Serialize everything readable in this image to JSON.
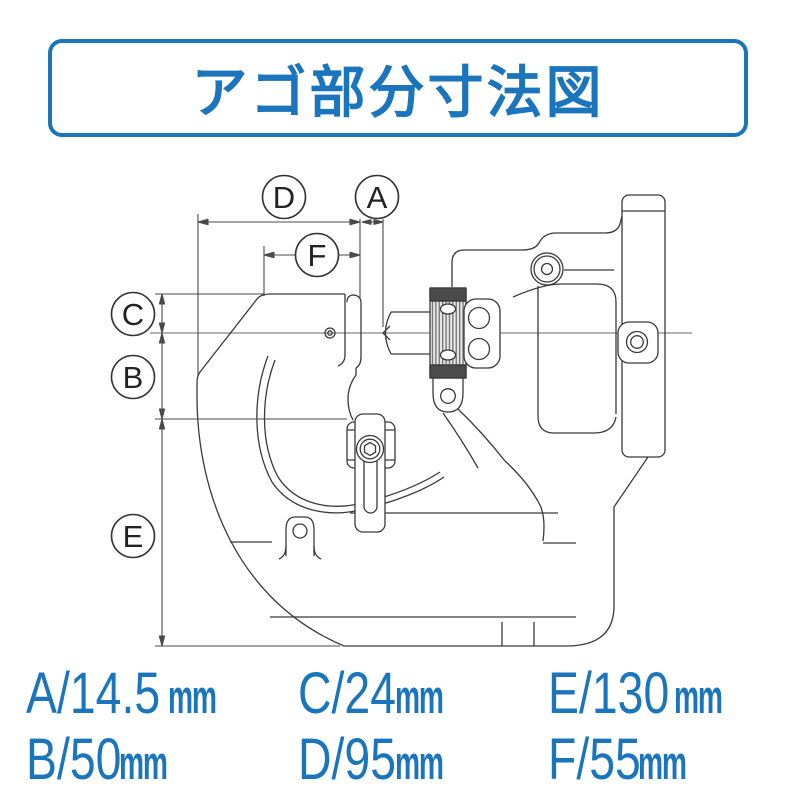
{
  "title": "アゴ部分寸法図",
  "callouts": [
    {
      "letter": "D"
    },
    {
      "letter": "A"
    },
    {
      "letter": "F"
    },
    {
      "letter": "C"
    },
    {
      "letter": "B"
    },
    {
      "letter": "E"
    }
  ],
  "measurements": {
    "items": [
      {
        "label": "A",
        "value": "14.5",
        "unit": "mm",
        "text": "A/14.5"
      },
      {
        "label": "C",
        "value": "24",
        "unit": "mm",
        "text": "C/24"
      },
      {
        "label": "E",
        "value": "130",
        "unit": "mm",
        "text": "E/130"
      },
      {
        "label": "B",
        "value": "50",
        "unit": "mm",
        "text": "B/50"
      },
      {
        "label": "D",
        "value": "95",
        "unit": "mm",
        "text": "D/95"
      },
      {
        "label": "F",
        "value": "55",
        "unit": "mm",
        "text": "F/55"
      }
    ]
  },
  "colors": {
    "accent_blue": "#1a75bc",
    "drawing_line": "#3a3a3a",
    "dimension_line": "#4a4a4a"
  }
}
